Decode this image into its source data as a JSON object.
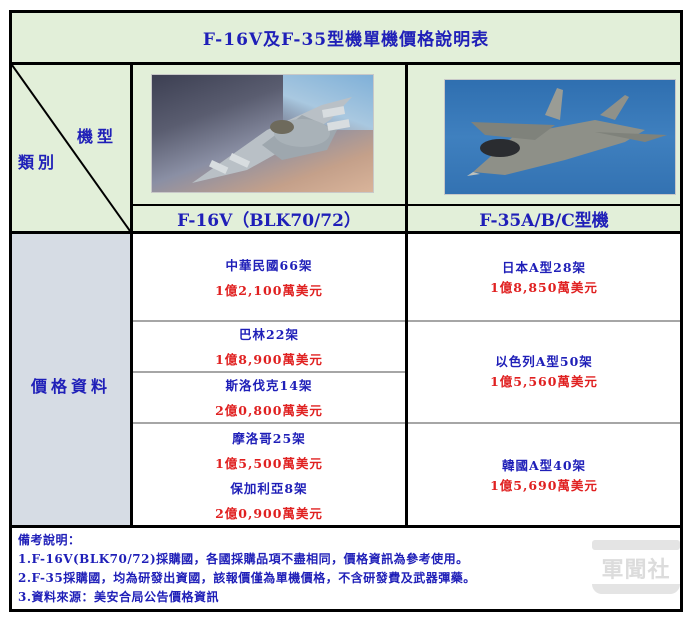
{
  "title": "F-16V及F-35型機單機價格說明表",
  "header": {
    "corner_top_right": "機型",
    "corner_bottom_left": "類別",
    "columns": [
      {
        "name": "F-16V（BLK70/72）",
        "image": "f16v-fighter-jet-photo"
      },
      {
        "name": "F-35A/B/C型機",
        "image": "f35-fighter-jet-photo"
      }
    ]
  },
  "row_label": "價格資料",
  "f16v_entries": [
    {
      "buyer": "中華民國66架",
      "price": "1億2,100萬美元"
    },
    {
      "buyer": "巴林22架",
      "price": "1億8,900萬美元"
    },
    {
      "buyer": "斯洛伐克14架",
      "price": "2億0,800萬美元"
    },
    {
      "buyer": "摩洛哥25架",
      "price": "1億5,500萬美元"
    },
    {
      "buyer": "保加利亞8架",
      "price": "2億0,900萬美元"
    }
  ],
  "f35_entries": [
    {
      "buyer": "日本A型28架",
      "price": "1億8,850萬美元"
    },
    {
      "buyer": "以色列A型50架",
      "price": "1億5,560萬美元"
    },
    {
      "buyer": "韓國A型40架",
      "price": "1億5,690萬美元"
    }
  ],
  "notes": {
    "heading": "備考說明：",
    "items": [
      "1.F-16V(BLK70/72)採購國，各國採購品項不盡相同，價格資訊為參考使用。",
      "2.F-35採購國，均為研發出資國，該報價僅為單機價格，不含研發費及武器彈藥。",
      "3.資料來源：美安合局公告價格資訊"
    ]
  },
  "watermark": "軍聞社",
  "colors": {
    "header_bg": "#e2efd9",
    "label_bg": "#d6dce4",
    "text_blue": "#1f1fb8",
    "text_red": "#e02020"
  }
}
